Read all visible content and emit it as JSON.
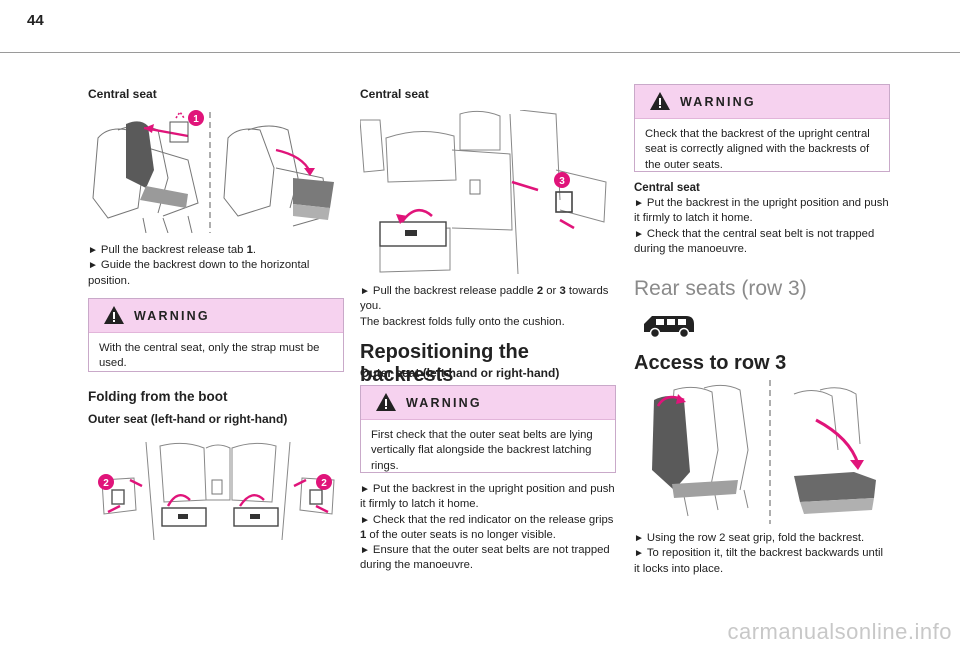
{
  "page": {
    "number": "44",
    "watermark": "carmanualsonline.info"
  },
  "col1": {
    "heading_central": "Central seat",
    "steps": [
      {
        "arrow": "►",
        "pre": "Pull the backrest release tab ",
        "bold": "1",
        "post": "."
      },
      {
        "arrow": "►",
        "pre": "Guide the backrest down to the horizontal position.",
        "bold": "",
        "post": ""
      }
    ],
    "warning": {
      "title": "WARNING",
      "text": "With the central seat, only the strap must be used."
    },
    "heading_folding": "Folding from the boot",
    "heading_outer": "Outer seat (left-hand or right-hand)",
    "badges": [
      "1",
      "2",
      "2"
    ]
  },
  "col2": {
    "heading_central": "Central seat",
    "step1": {
      "arrow": "►",
      "pre": "Pull the backrest release paddle ",
      "b1": "2",
      "mid": " or ",
      "b2": "3",
      "post": " towards you."
    },
    "line_folds": "The backrest folds fully onto the cushion.",
    "heading_reposition": "Repositioning the backrests",
    "heading_outer": "Outer seat (left-hand or right-hand)",
    "warning": {
      "title": "WARNING",
      "text": "First check that the outer seat belts are lying vertically flat alongside the backrest latching rings."
    },
    "steps": [
      {
        "arrow": "►",
        "pre": "Put the backrest in the upright position and push it firmly to latch it home.",
        "bold": "",
        "post": ""
      },
      {
        "arrow": "►",
        "pre": "Check that the red indicator on the release grips ",
        "bold": "1",
        "post": " of the outer seats is no longer visible."
      },
      {
        "arrow": "►",
        "pre": "Ensure that the outer seat belts are not trapped during the manoeuvre.",
        "bold": "",
        "post": ""
      }
    ],
    "badge": "3"
  },
  "col3": {
    "warning": {
      "title": "WARNING",
      "text": "Check that the backrest of the upright central seat is correctly aligned with the backrests of the outer seats."
    },
    "heading_central": "Central seat",
    "steps": [
      {
        "arrow": "►",
        "pre": "Put the backrest in the upright position and push it firmly to latch it home.",
        "bold": "",
        "post": ""
      },
      {
        "arrow": "►",
        "pre": "Check that the central seat belt is not trapped during the manoeuvre.",
        "bold": "",
        "post": ""
      }
    ],
    "section_title": "Rear seats (row 3)",
    "heading_access": "Access to row 3",
    "access_steps": [
      {
        "arrow": "►",
        "pre": "Using the row 2 seat grip, fold the backrest.",
        "bold": "",
        "post": ""
      },
      {
        "arrow": "►",
        "pre": "To reposition it, tilt the backrest backwards until it locks into place.",
        "bold": "",
        "post": ""
      }
    ]
  },
  "colors": {
    "accent_pink": "#e0147a",
    "warning_bg": "#f6d2ef",
    "heading_grey": "#8a8a8a"
  },
  "icons": [
    "warning-triangle-icon",
    "van-icon"
  ]
}
